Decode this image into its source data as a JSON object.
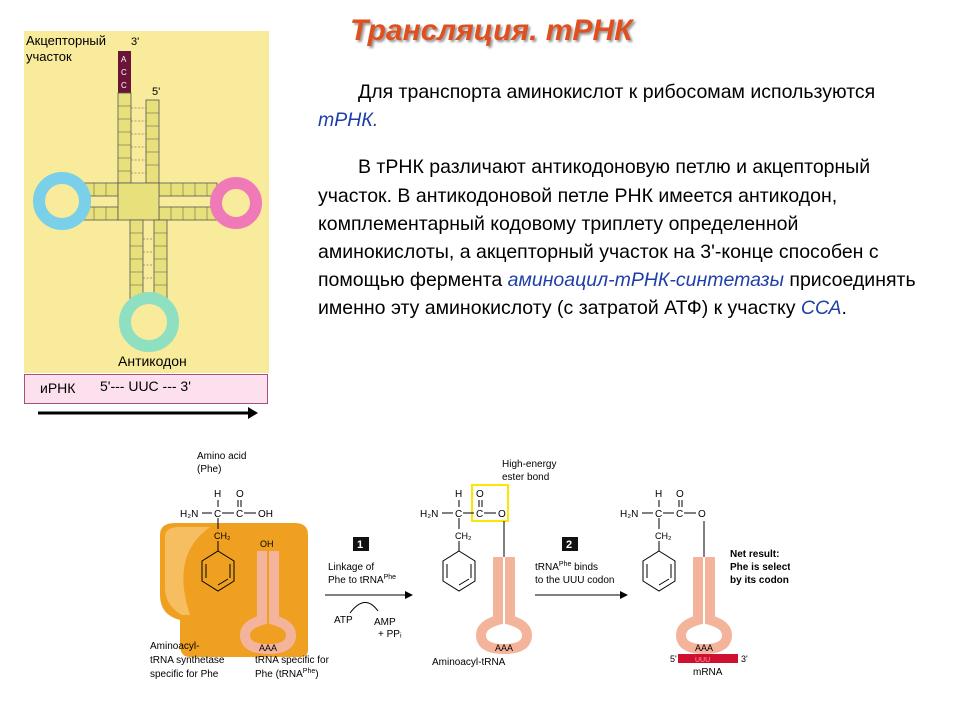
{
  "slide": {
    "title": "Трансляция. тРНК",
    "paragraph1": {
      "text": "Для транспорта аминокислот к рибосомам используются ",
      "highlight": "тРНК."
    },
    "paragraph2": {
      "text1": "В тРНК различают антикодоновую петлю и акцепторный участок. В антикодоновой петле РНК имеется антикодон, комплементарный кодовому триплету определенной аминокислоты, а акцепторный участок на 3'-конце способен с помощью фермента ",
      "highlight1": "аминоацил-тРНК-синтетазы",
      "text2": " присоединять именно эту аминокислоту (с затратой АТФ) к участку ",
      "highlight2": "ССА",
      "text3": "."
    },
    "highlight_color": "#1f3fa8",
    "title_color": "#e0501e"
  },
  "trna_diagram": {
    "acceptor_label_line1": "Акцепторный",
    "acceptor_label_3prime": "3'",
    "acceptor_label_line2": "участок",
    "five_prime": "5'",
    "acceptor_end": [
      "A",
      "C",
      "C"
    ],
    "anticodon_label": "Антикодон",
    "mrna_label": "иРНК",
    "mrna_sequence": "5'--- UUC --- 3'",
    "colors": {
      "stem": "#e8e07a",
      "d_loop": "#7ad0e8",
      "t_loop": "#f07ab8",
      "anticodon_loop": "#8fe0c0",
      "acceptor_end": "#6a1438",
      "panel": "#f8eb9c"
    }
  },
  "phe_diagram": {
    "amino_acid_label": "Amino acid",
    "phe_label": "(Phe)",
    "h2n": "H₂N",
    "oh": "OH",
    "ch2": "CH₂",
    "atom_c": "C",
    "atom_h": "H",
    "atom_o": "O",
    "trna_oh": "OH",
    "anticodon": "AAA",
    "step1_number": "1",
    "step1_label": "Linkage of Phe to tRNA",
    "step1_superscript": "Phe",
    "atp": "ATP",
    "amp": "AMP",
    "ppi": "+ PPᵢ",
    "high_energy_label_line1": "High-energy",
    "high_energy_label_line2": "ester bond",
    "step2_number": "2",
    "step2_label_prefix": "tRNA",
    "step2_label_sup": "Phe",
    "step2_label_suffix": " binds",
    "step2_label_line2": "to the UUU codon",
    "synthetase_line1": "Aminoacyl-",
    "synthetase_line2": "tRNA synthetase",
    "synthetase_line3": "specific for Phe",
    "trna_specific_line1": "tRNA specific for",
    "trna_specific_line2": "Phe (tRNA",
    "trna_specific_sup": "Phe",
    "trna_specific_close": ")",
    "aminoacyl_trna": "Aminoacyl-tRNA",
    "net_result_line1": "Net result:",
    "net_result_line2": "Phe is selected",
    "net_result_line3": "by its codon",
    "mrna_5": "5'",
    "mrna_3": "3'",
    "mrna_codon": "UUU",
    "mrna_label": "mRNA",
    "colors": {
      "enzyme": "#f0a020",
      "trna": "#f4b49c",
      "mrna": "#d01030",
      "ester_highlight": "#ffe600",
      "step_badge": "#111111"
    }
  }
}
